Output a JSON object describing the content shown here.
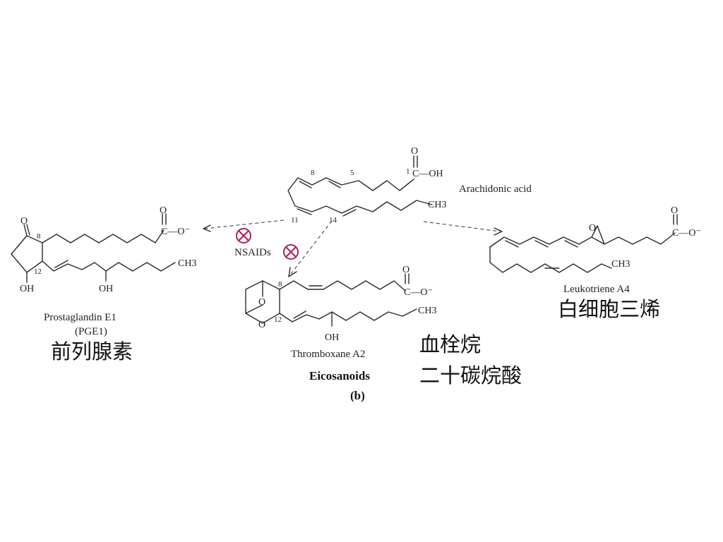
{
  "arachidonic": {
    "name": "Arachidonic acid",
    "carbonyl_o": "O",
    "acid_group": "C—OH",
    "methyl": "CH3",
    "positions": [
      "1",
      "5",
      "8",
      "11",
      "14"
    ]
  },
  "prostaglandin": {
    "name": "Prostaglandin E1",
    "abbr": "(PGE1)",
    "ketone_o": "O",
    "hydroxyl_1": "OH",
    "hydroxyl_2": "OH",
    "carboxylate_o": "O",
    "carboxylate": "C—O⁻",
    "methyl": "CH3",
    "positions": [
      "8",
      "12"
    ],
    "chinese": "前列腺素"
  },
  "thromboxane": {
    "name": "Thromboxane A2",
    "ring_o_1": "O",
    "ring_o_2": "O",
    "hydroxyl": "OH",
    "carboxylate_o": "O",
    "carboxylate": "C—O⁻",
    "methyl": "CH3",
    "positions": [
      "8",
      "12"
    ],
    "chinese": "血栓烷"
  },
  "leukotriene": {
    "name": "Leukotriene A4",
    "epoxide_o": "O",
    "carboxylate_o": "O",
    "carboxylate": "C—O⁻",
    "methyl": "CH3",
    "chinese": "白细胞三烯"
  },
  "inhibitor": {
    "label": "NSAIDs"
  },
  "caption": {
    "title": "Eicosanoids",
    "panel": "(b)",
    "chinese": "二十碳烷酸"
  },
  "colors": {
    "inhibitor": "#b0205a"
  }
}
